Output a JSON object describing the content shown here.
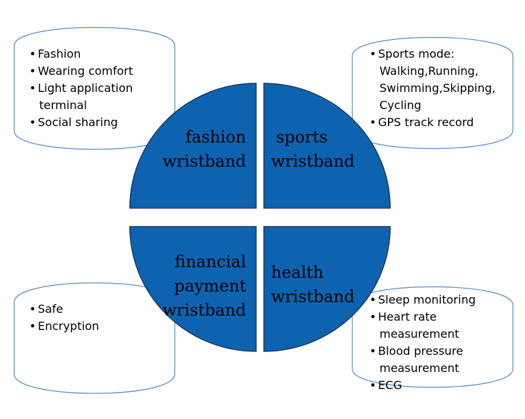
{
  "colors": {
    "quadrant_fill": "#0d63b0",
    "quadrant_stroke": "#1e3a5f",
    "box_stroke": "#5a8fc7",
    "text": "#000000",
    "background": "#ffffff"
  },
  "quadrants": {
    "fashion": {
      "lines": [
        "fashion",
        "wristband"
      ]
    },
    "sports": {
      "lines": [
        "sports",
        "wristband"
      ]
    },
    "financial": {
      "lines": [
        "financial",
        "payment",
        "wristband"
      ]
    },
    "health": {
      "lines": [
        "health",
        "wristband"
      ]
    }
  },
  "boxes": {
    "fashion": {
      "bullet": "•",
      "lines": [
        "Fashion",
        "Wearing comfort",
        "Light application",
        "terminal",
        "Social sharing"
      ]
    },
    "sports": {
      "bullet": "•",
      "lines": [
        "Sports mode:",
        "Walking,Running,",
        "Swimming,Skipping,",
        "Cycling",
        "GPS track record"
      ]
    },
    "financial": {
      "bullet": "•",
      "lines": [
        "Safe",
        "Encryption"
      ]
    },
    "health": {
      "bullet": "•",
      "lines": [
        "Sleep monitoring",
        "Heart rate",
        "measurement",
        "Blood pressure",
        "measurement",
        "ECG"
      ]
    }
  }
}
